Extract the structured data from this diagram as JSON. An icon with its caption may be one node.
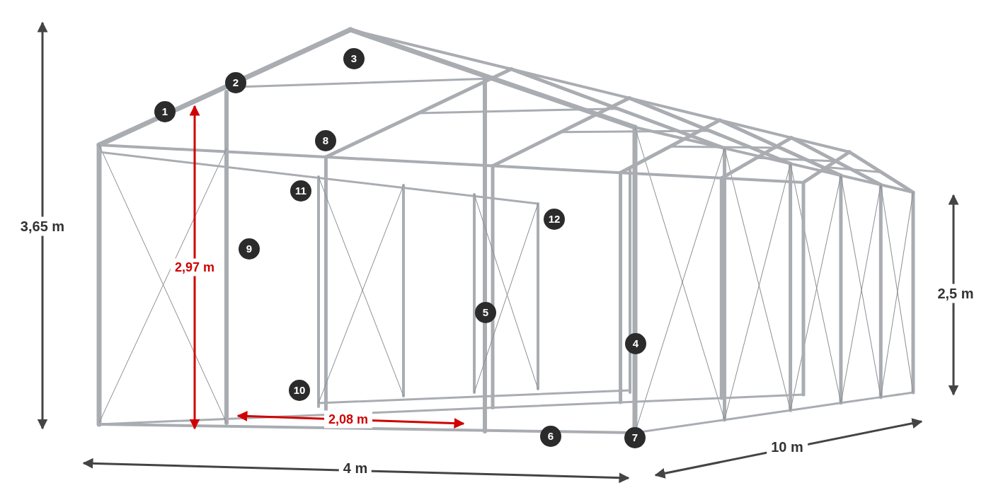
{
  "diagram": {
    "labels": [
      "3",
      "2",
      "1",
      "8",
      "11",
      "12",
      "3,65 m",
      "9",
      "2,97 m",
      "2,5 m",
      "5",
      "4",
      "10",
      "2,08 m",
      "6",
      "7",
      "10 m",
      "4 m"
    ]
  }
}
